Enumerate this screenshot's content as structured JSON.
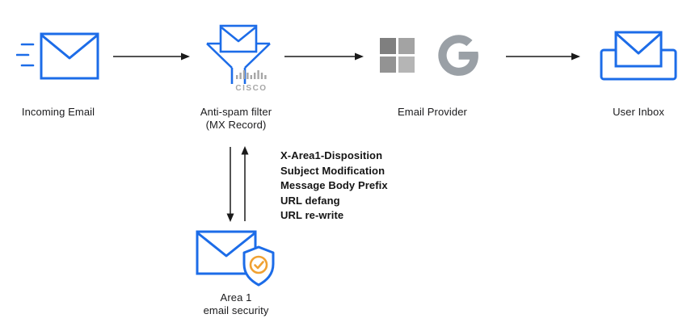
{
  "labels": {
    "incoming": "Incoming Email",
    "antispam_line1": "Anti-spam filter",
    "antispam_line2": "(MX Record)",
    "provider": "Email Provider",
    "inbox": "User Inbox",
    "area1_line1": "Area 1",
    "area1_line2": "email security",
    "cisco": "CISCO"
  },
  "annotations": {
    "lines": [
      "X-Area1-Disposition",
      "Subject Modification",
      "Message Body Prefix",
      "URL defang",
      "URL re-write"
    ]
  },
  "colors": {
    "envelope_blue": "#1c6ce8",
    "icon_gray": "#9aa0a6",
    "arrow_black": "#1a1a1a",
    "check_orange": "#f0a132",
    "ms_square_1": "#7f7f7f",
    "ms_square_2": "#a3a3a3",
    "ms_square_3": "#939393",
    "ms_square_4": "#b5b5b5"
  }
}
